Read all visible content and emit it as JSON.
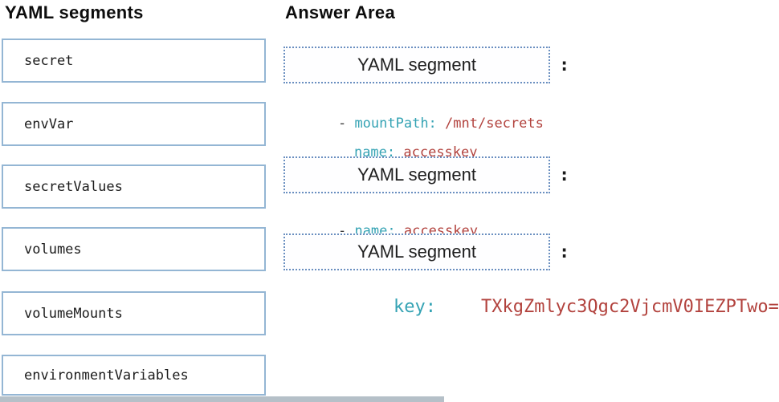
{
  "left_panel": {
    "title": "YAML segments",
    "segments": [
      "secret",
      "envVar",
      "secretValues",
      "volumes",
      "volumeMounts",
      "environmentVariables"
    ]
  },
  "answer_area": {
    "title": "Answer Area",
    "drop_label": "YAML segment",
    "colon": ":",
    "blocks": [
      {
        "lines": [
          {
            "dash": "- ",
            "key": "mountPath: ",
            "value": "/mnt/secrets"
          },
          {
            "key": "name: ",
            "value": "accesskey"
          }
        ]
      },
      {
        "lines": [
          {
            "dash": "- ",
            "key": "name: ",
            "value": "accesskey"
          }
        ]
      },
      {
        "lines": [
          {
            "key": "key:",
            "value": "TXkgZmlyc3Qgc2VjcmV0IEZPTwo="
          }
        ]
      }
    ]
  },
  "colors": {
    "code-key": "#35a3b4",
    "code-value": "#b2423d",
    "code-plain": "#3a3a3a",
    "left-box-border": "#94b6d4",
    "dotted-border": "#6a8fc0",
    "heading": "#0d0d0d",
    "bottom-bar": "#b5c0c8"
  }
}
